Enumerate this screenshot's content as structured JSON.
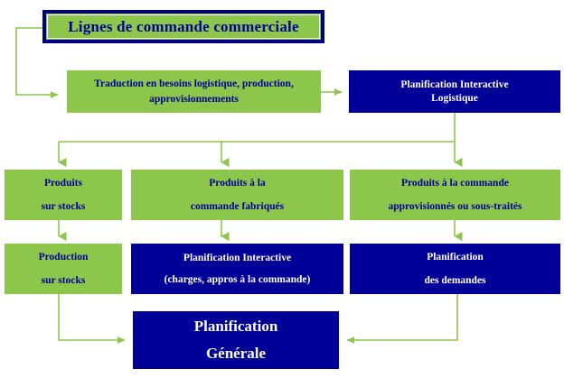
{
  "diagram": {
    "title_banner": {
      "label": "Lignes de commande commerciale"
    },
    "boxes": [
      {
        "name": "traduction",
        "style": "green",
        "lines": [
          "Traduction en besoins logistique, production,",
          "approvisionnements"
        ]
      },
      {
        "name": "planification-interactive-logistique",
        "style": "blue",
        "lines": [
          "Planification Interactive",
          "Logistique"
        ]
      },
      {
        "name": "produits-sur-stocks",
        "style": "green",
        "lines": [
          "Produits",
          "sur stocks"
        ]
      },
      {
        "name": "produits-commande-fabriques",
        "style": "green",
        "lines": [
          "Produits à  la",
          "commande fabriqués"
        ]
      },
      {
        "name": "produits-commande-approvisionnes",
        "style": "green",
        "lines": [
          "Produits à la commande",
          "approvisionnés ou sous-traités"
        ]
      },
      {
        "name": "production-sur-stocks",
        "style": "green",
        "lines": [
          "Production",
          "sur stocks"
        ]
      },
      {
        "name": "planification-interactive-charges",
        "style": "blue",
        "lines": [
          "Planification Interactive",
          "(charges, appros à la commande)"
        ]
      },
      {
        "name": "planification-des-demandes",
        "style": "blue",
        "lines": [
          "Planification",
          "des demandes"
        ]
      },
      {
        "name": "planification-generale",
        "style": "blue",
        "lines": [
          "Planification",
          "Générale"
        ]
      }
    ],
    "colors": {
      "green_fill": "#8CC64B",
      "blue_fill": "#000099",
      "border_blue": "#000080",
      "connector_green": "#8CC64B",
      "text_on_green": "#000099",
      "text_on_blue": "#ffffff",
      "background": "#ffffff"
    }
  }
}
